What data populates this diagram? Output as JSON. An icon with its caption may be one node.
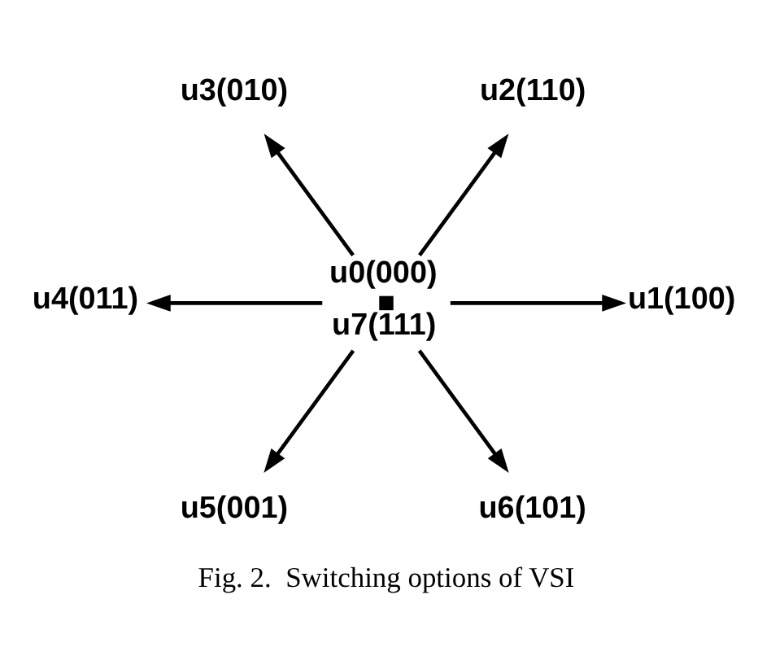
{
  "diagram": {
    "caption": "Fig. 2.  Switching options of VSI",
    "nodes": [
      {
        "text": [
          "u3(010)"
        ]
      },
      {
        "text": [
          "u2(110)"
        ]
      },
      {
        "text": [
          "u4(011)"
        ]
      },
      {
        "text": [],
        "shape": "point",
        "beside": [
          "u0(000)",
          "u7(111)"
        ]
      },
      {
        "text": [
          "u1(100)"
        ]
      },
      {
        "text": [
          "u5(001)"
        ]
      },
      {
        "text": [
          "u6(101)"
        ]
      }
    ],
    "edges": [
      {
        "from": 3,
        "to": 4,
        "arrow": "to"
      },
      {
        "from": 3,
        "to": 1,
        "arrow": "to"
      },
      {
        "from": 3,
        "to": 0,
        "arrow": "to"
      },
      {
        "from": 3,
        "to": 2,
        "arrow": "to"
      },
      {
        "from": 3,
        "to": 5,
        "arrow": "to"
      },
      {
        "from": 3,
        "to": 6,
        "arrow": "to"
      }
    ]
  }
}
